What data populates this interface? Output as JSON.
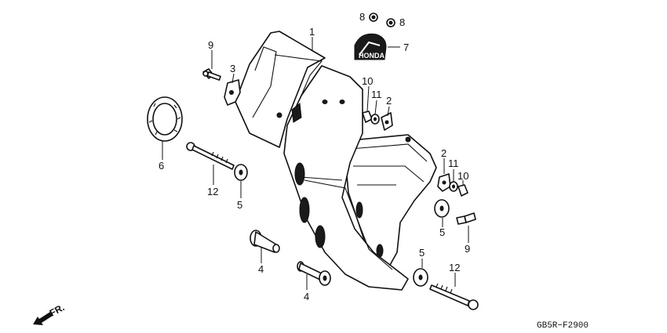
{
  "diagram_code": "GB5R−F2900",
  "front_arrow_label": "FR.",
  "emblem_text": "HONDA",
  "callouts": [
    "1",
    "2",
    "2",
    "3",
    "4",
    "4",
    "5",
    "5",
    "5",
    "6",
    "7",
    "8",
    "8",
    "9",
    "9",
    "10",
    "10",
    "11",
    "11",
    "12",
    "12"
  ]
}
